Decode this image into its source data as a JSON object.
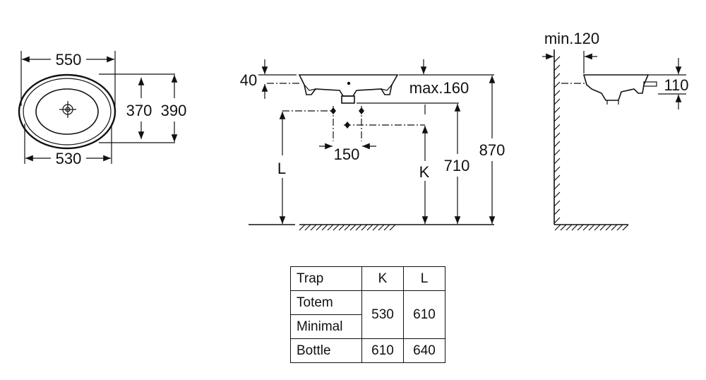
{
  "top_view": {
    "width_outer": "550",
    "width_inner": "530",
    "depth_inner": "370",
    "depth_outer": "390"
  },
  "front_view": {
    "rim_height": "40",
    "max_label": "max.160",
    "tap_spacing": "150",
    "L_label": "L",
    "K_label": "K",
    "height_710": "710",
    "height_870": "870"
  },
  "side_view": {
    "min_label": "min.120",
    "height_110": "110"
  },
  "table": {
    "headers": [
      "Trap",
      "K",
      "L"
    ],
    "rows": [
      {
        "trap": "Totem",
        "k": "530",
        "l": "610"
      },
      {
        "trap": "Minimal"
      },
      {
        "trap": "Bottle",
        "k": "610",
        "l": "640"
      }
    ]
  }
}
